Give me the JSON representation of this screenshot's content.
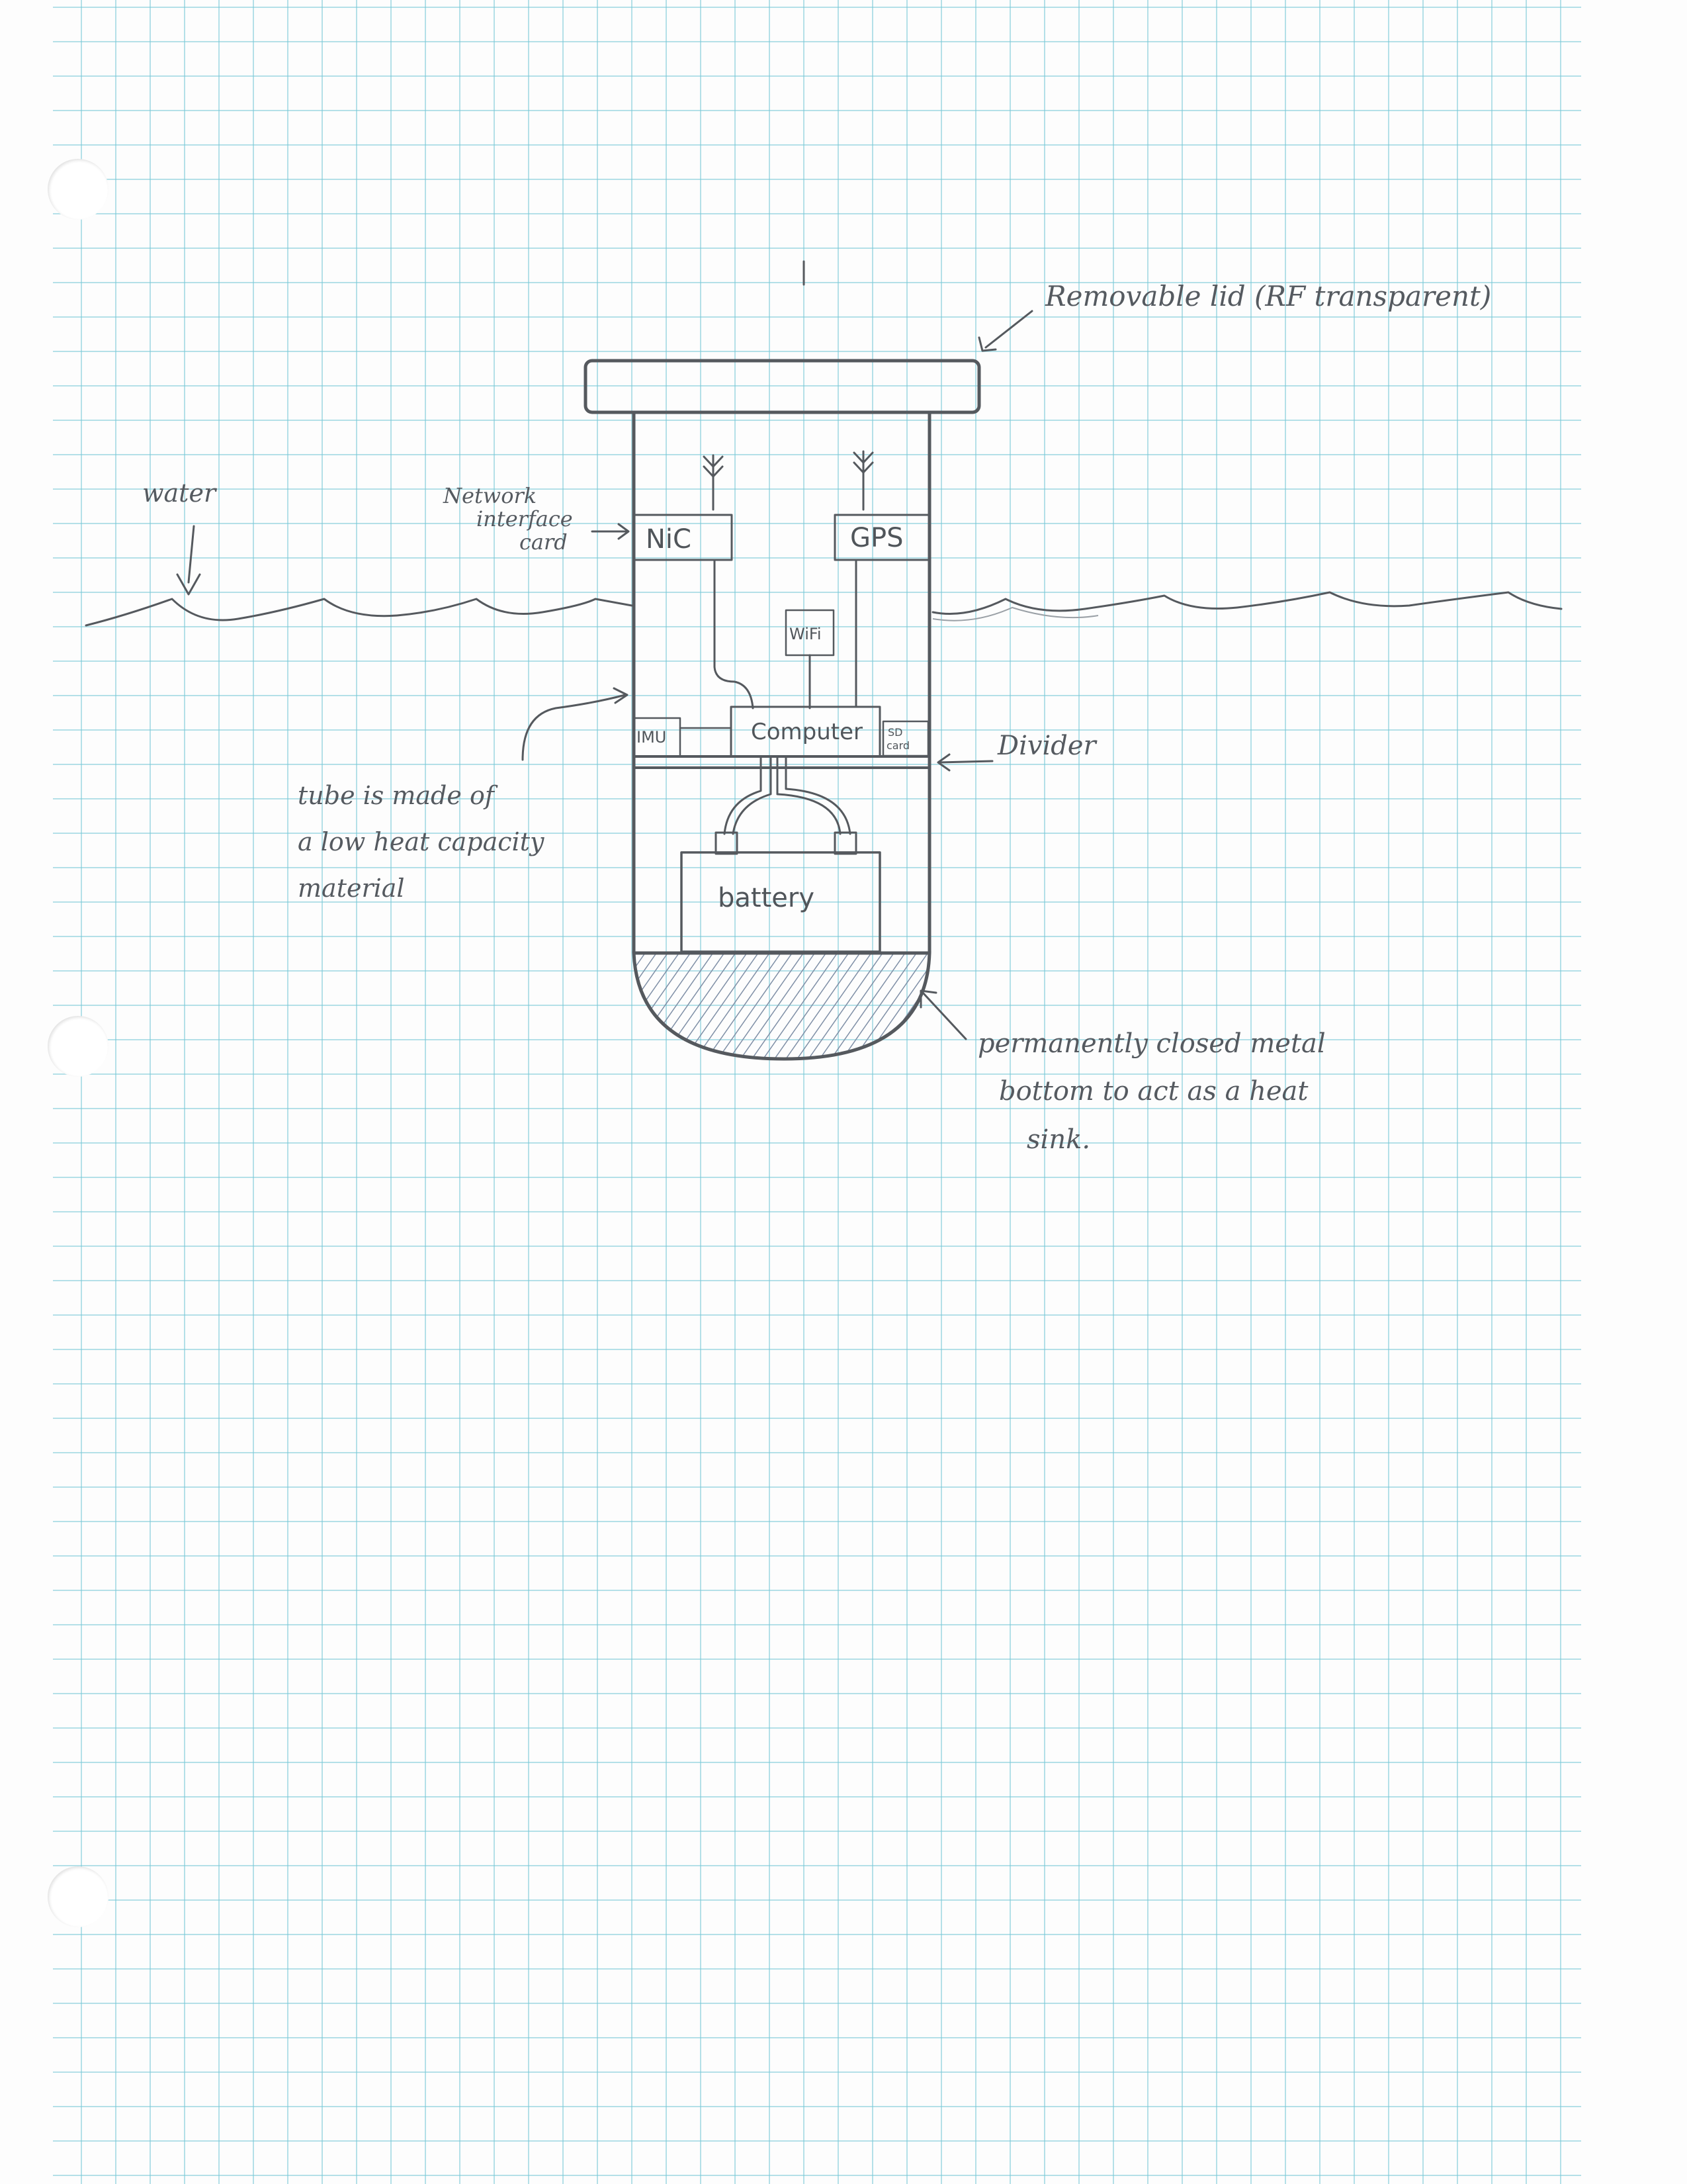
{
  "labels": {
    "lid": "Removable lid (RF transparent)",
    "water": "water",
    "nic_caption_1": "Network",
    "nic_caption_2": "interface",
    "nic_caption_3": "card",
    "nic": "NiC",
    "gps": "GPS",
    "wifi": "WiFi",
    "imu": "IMU",
    "computer": "Computer",
    "sd_1": "SD",
    "sd_2": "card",
    "divider": "Divider",
    "tube_1": "tube is made of",
    "tube_2": "a low heat capacity",
    "tube_3": "material",
    "battery": "battery",
    "bottom_1": "permanently closed metal",
    "bottom_2": "bottom to act as a heat",
    "bottom_3": "sink."
  },
  "colors": {
    "grid": "#78c8d7",
    "pencil": "#55595e",
    "paper": "#fdfdfd"
  }
}
